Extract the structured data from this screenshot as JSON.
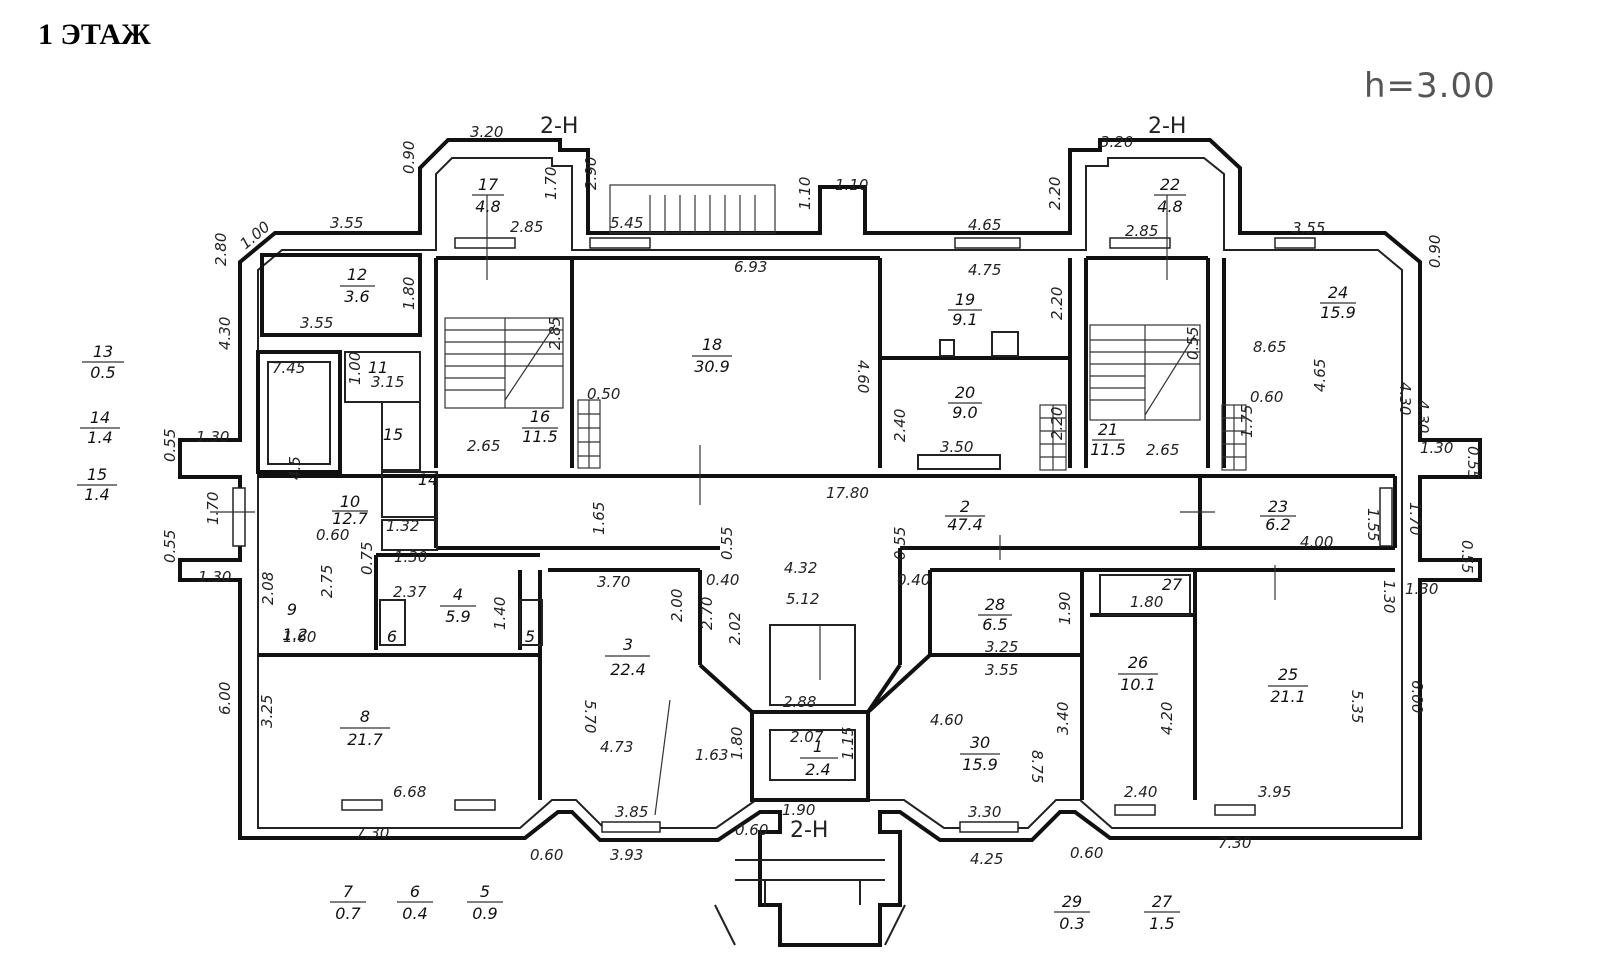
{
  "header": {
    "title": "1 ЭТАЖ",
    "height": "h=3.00"
  },
  "sections": [
    "2-Н",
    "2-Н",
    "2-Н"
  ],
  "rooms": [
    {
      "n": "1",
      "a": "2.4"
    },
    {
      "n": "2",
      "a": "47.4"
    },
    {
      "n": "3",
      "a": "22.4"
    },
    {
      "n": "4",
      "a": "5.9"
    },
    {
      "n": "8",
      "a": "21.7"
    },
    {
      "n": "10",
      "a": "12.7"
    },
    {
      "n": "12",
      "a": "3.6"
    },
    {
      "n": "16",
      "a": "11.5"
    },
    {
      "n": "17",
      "a": "4.8"
    },
    {
      "n": "18",
      "a": "30.9"
    },
    {
      "n": "19",
      "a": "9.1"
    },
    {
      "n": "20",
      "a": "9.0"
    },
    {
      "n": "21",
      "a": "11.5"
    },
    {
      "n": "22",
      "a": "4.8"
    },
    {
      "n": "23",
      "a": "6.2"
    },
    {
      "n": "24",
      "a": "15.9"
    },
    {
      "n": "25",
      "a": "21.1"
    },
    {
      "n": "26",
      "a": "10.1"
    },
    {
      "n": "28",
      "a": "6.5"
    },
    {
      "n": "30",
      "a": "15.9"
    },
    {
      "n": "9",
      "a": "1.2"
    }
  ],
  "legend_left": [
    {
      "n": "13",
      "a": "0.5"
    },
    {
      "n": "14",
      "a": "1.4"
    },
    {
      "n": "15",
      "a": "1.4"
    }
  ],
  "legend_bottom": [
    {
      "n": "7",
      "a": "0.7"
    },
    {
      "n": "6",
      "a": "0.4"
    },
    {
      "n": "5",
      "a": "0.9"
    },
    {
      "n": "29",
      "a": "0.3"
    },
    {
      "n": "27",
      "a": "1.5"
    }
  ],
  "small_labels": [
    "11",
    "14",
    "15",
    "5",
    "6",
    "27"
  ],
  "dims": [
    "3.20",
    "3.20",
    "3.55",
    "3.55",
    "1.00",
    "0.90",
    "2.80",
    "0.90",
    "4.30",
    "4.30",
    "1.30",
    "1.30",
    "0.55",
    "0.55",
    "1.30",
    "1.30",
    "0.55",
    "0.55",
    "1.70",
    "1.70",
    "6.00",
    "6.00",
    "7.30",
    "7.30",
    "0.60",
    "0.60",
    "3.93",
    "4.25",
    "6.68",
    "3.85",
    "3.30",
    "2.40",
    "3.95",
    "17.80",
    "6.93",
    "4.65",
    "4.75",
    "1.10",
    "5.45",
    "1.10",
    "2.20",
    "2.20",
    "2.85",
    "2.85",
    "3.55",
    "1.80",
    "4.60",
    "2.20",
    "2.40",
    "3.50",
    "8.65",
    "4.65",
    "4.30",
    "2.65",
    "2.65",
    "1.65",
    "1.55",
    "4.00",
    "4.32",
    "5.12",
    "3.70",
    "3.25",
    "3.55",
    "5.35",
    "4.20",
    "3.40",
    "8.75",
    "4.60",
    "4.73",
    "5.70",
    "3.25",
    "1.63",
    "1.80",
    "2.00",
    "2.70",
    "2.02",
    "0.55",
    "0.55",
    "0.40",
    "0.40",
    "2.88",
    "2.07",
    "1.15",
    "1.90",
    "0.60",
    "0.50",
    "2.90",
    "1.70",
    "0.60",
    "1.75",
    "1.90",
    "1.80",
    "2.37",
    "1.30",
    "2.08",
    "1.40",
    "1.60",
    "0.75",
    "2.75",
    "0.60",
    "1.32",
    "4.5",
    "7.45",
    "1.00",
    "3.15",
    "2.85",
    "0.55",
    "1.30"
  ]
}
